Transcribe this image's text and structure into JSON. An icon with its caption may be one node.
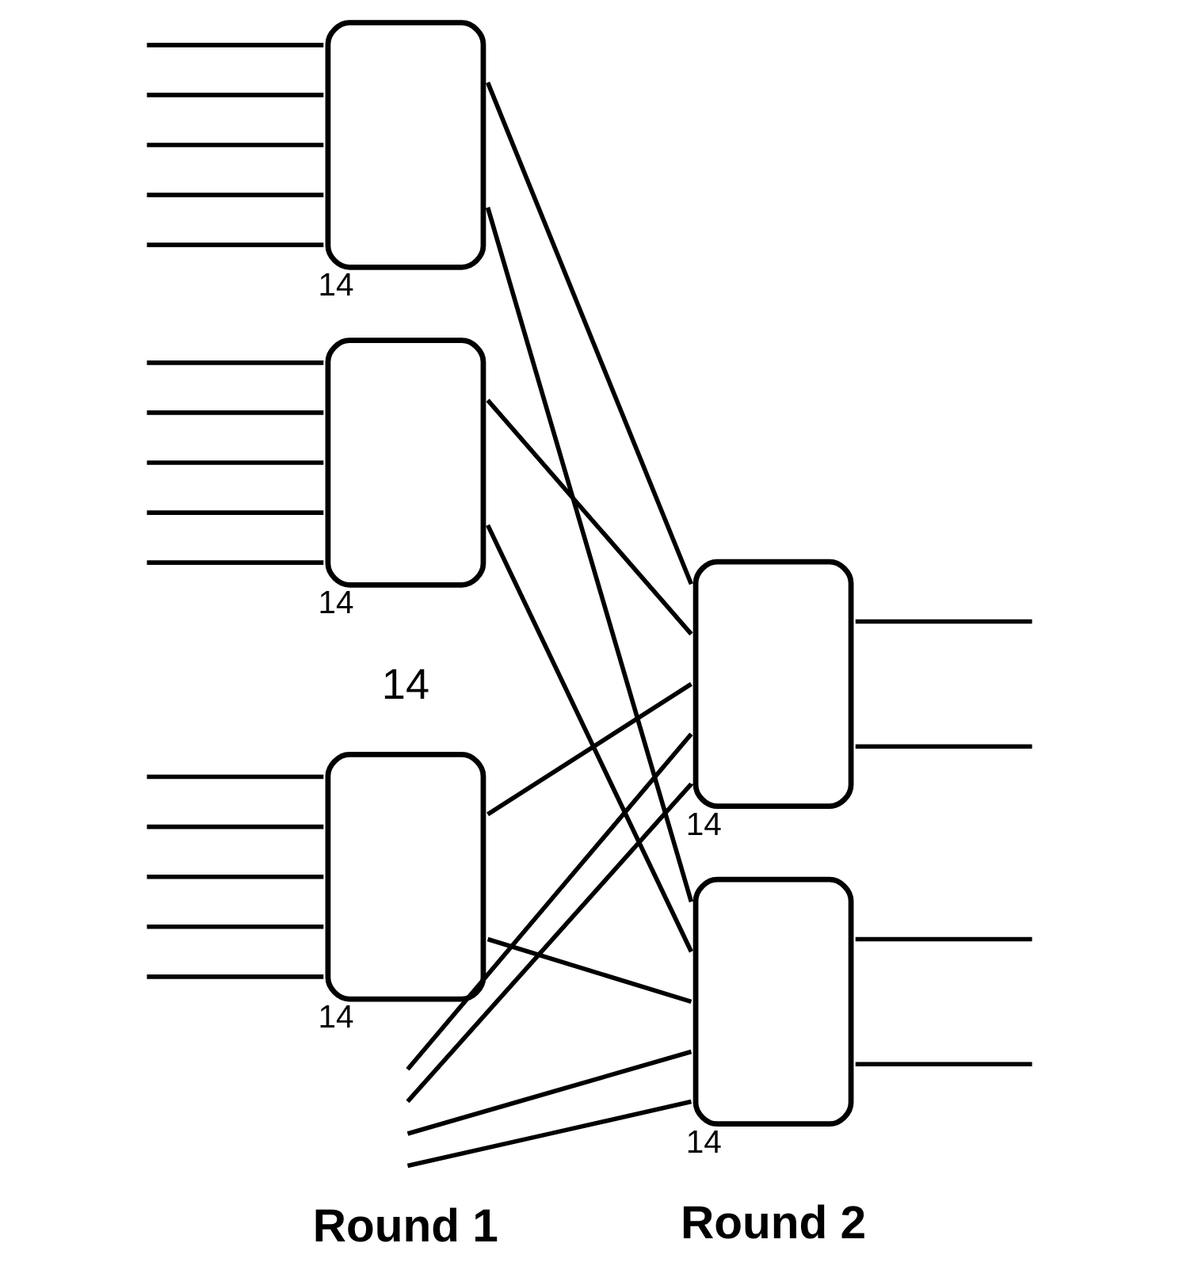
{
  "diagram": {
    "nodes": [
      {
        "text": [],
        "shape": "box",
        "beside": [
          "14"
        ]
      },
      {
        "text": [],
        "shape": "box",
        "beside": [
          "14"
        ]
      },
      {
        "text": [],
        "shape": "box",
        "beside": [
          "14"
        ]
      },
      {
        "text": [],
        "shape": "box",
        "beside": [
          "14"
        ]
      },
      {
        "text": [],
        "shape": "box",
        "beside": [
          "14"
        ]
      }
    ],
    "edges": [
      {
        "from": null,
        "to": 0,
        "arrow": "none"
      },
      {
        "from": null,
        "to": 0,
        "arrow": "none"
      },
      {
        "from": null,
        "to": 0,
        "arrow": "none"
      },
      {
        "from": null,
        "to": 0,
        "arrow": "none"
      },
      {
        "from": null,
        "to": 0,
        "arrow": "none"
      },
      {
        "from": null,
        "to": 1,
        "arrow": "none"
      },
      {
        "from": null,
        "to": 1,
        "arrow": "none"
      },
      {
        "from": null,
        "to": 1,
        "arrow": "none"
      },
      {
        "from": null,
        "to": 1,
        "arrow": "none"
      },
      {
        "from": null,
        "to": 1,
        "arrow": "none"
      },
      {
        "from": null,
        "to": 2,
        "arrow": "none"
      },
      {
        "from": null,
        "to": 2,
        "arrow": "none"
      },
      {
        "from": null,
        "to": 2,
        "arrow": "none"
      },
      {
        "from": null,
        "to": 2,
        "arrow": "none"
      },
      {
        "from": null,
        "to": 2,
        "arrow": "none"
      },
      {
        "from": 0,
        "to": 3,
        "arrow": "none"
      },
      {
        "from": 0,
        "to": 4,
        "arrow": "none"
      },
      {
        "from": 1,
        "to": 3,
        "arrow": "none"
      },
      {
        "from": 1,
        "to": 4,
        "arrow": "none"
      },
      {
        "from": 2,
        "to": 3,
        "arrow": "none"
      },
      {
        "from": 2,
        "to": 4,
        "arrow": "none"
      },
      {
        "from": null,
        "to": 3,
        "arrow": "none"
      },
      {
        "from": null,
        "to": 3,
        "arrow": "none"
      },
      {
        "from": null,
        "to": 4,
        "arrow": "none"
      },
      {
        "from": null,
        "to": 4,
        "arrow": "none"
      },
      {
        "from": 3,
        "to": null,
        "arrow": "none"
      },
      {
        "from": 3,
        "to": null,
        "arrow": "none"
      },
      {
        "from": 4,
        "to": null,
        "arrow": "none"
      },
      {
        "from": 4,
        "to": null,
        "arrow": "none"
      }
    ],
    "labels": [
      "14",
      "Round 1",
      "Round 2"
    ]
  }
}
